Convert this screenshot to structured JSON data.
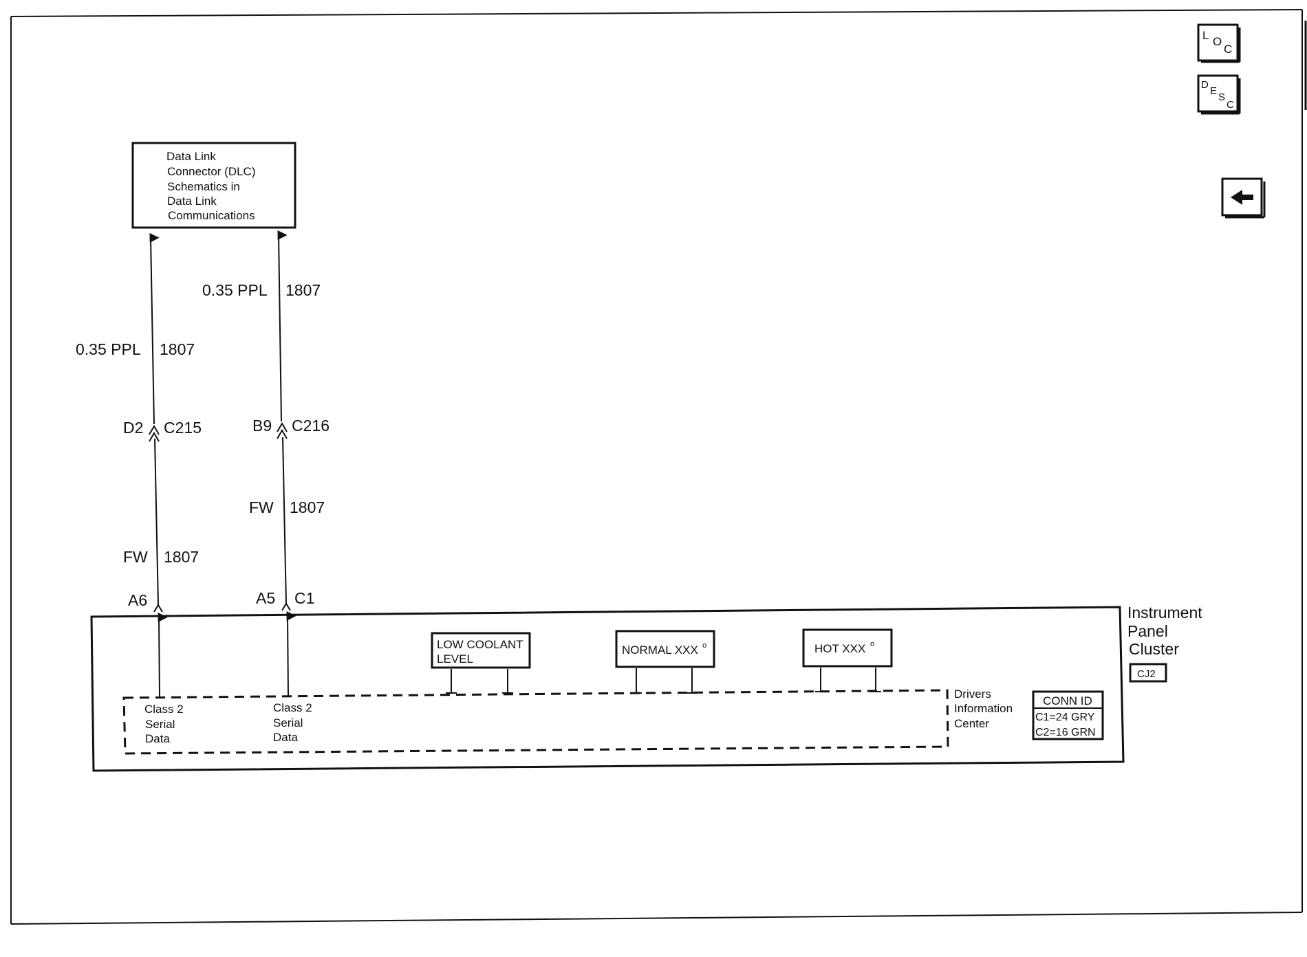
{
  "nav": {
    "loc": {
      "l1": "L",
      "l2": "O",
      "l3": "C"
    },
    "desc": {
      "l1": "D",
      "l2": "E",
      "l3": "S",
      "l4": "C"
    },
    "back_icon": "left-arrow-icon"
  },
  "dlc_box": {
    "lines": [
      "Data Link",
      "Connector (DLC)",
      "Schematics in",
      "Data Link",
      "Communications"
    ]
  },
  "wire_left": {
    "upper_gauge": "0.35 PPL",
    "upper_circuit": "1807",
    "connector_pin": "D2",
    "connector_id": "C215",
    "lower_gauge": "FW",
    "lower_circuit": "1807",
    "cluster_pin": "A6",
    "function": [
      "Class 2",
      "Serial",
      "Data"
    ]
  },
  "wire_right": {
    "upper_gauge": "0.35 PPL",
    "upper_circuit": "1807",
    "connector_pin": "B9",
    "connector_id": "C216",
    "lower_gauge": "FW",
    "lower_circuit": "1807",
    "cluster_pin": "A5",
    "cluster_connector": "C1",
    "function": [
      "Class 2",
      "Serial",
      "Data"
    ]
  },
  "indicators": {
    "low_coolant": [
      "LOW COOLANT",
      "LEVEL"
    ],
    "normal": "NORMAL XXX",
    "hot": "HOT XXX",
    "degree": "o"
  },
  "dic_label": [
    "Drivers",
    "Information",
    "Center"
  ],
  "cluster": {
    "name": [
      "Instrument",
      "Panel",
      "Cluster"
    ],
    "ref": "CJ2",
    "conn_id": {
      "title": "CONN ID",
      "rows": [
        "C1=24 GRY",
        "C2=16 GRN"
      ]
    }
  }
}
